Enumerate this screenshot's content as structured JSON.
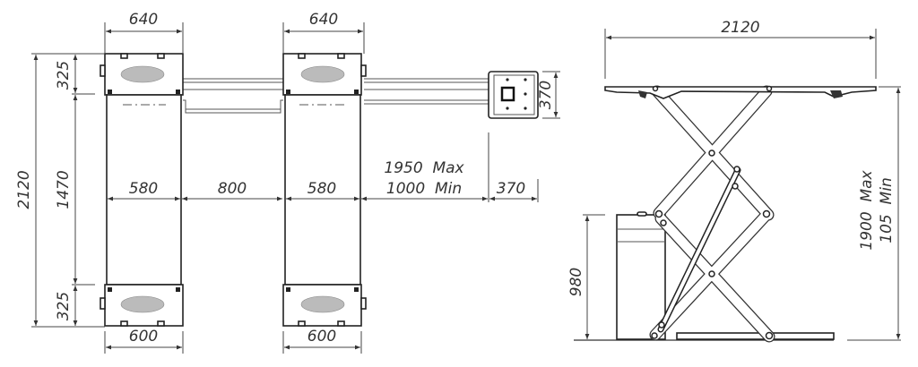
{
  "top_view": {
    "pad_width_top_left": "640",
    "pad_width_top_right": "640",
    "overall_length": "2120",
    "pad_length_top": "325",
    "platform_length": "1470",
    "pad_length_bottom": "325",
    "platform_width_left": "580",
    "gap_between_platforms": "800",
    "platform_width_right": "580",
    "hose_length_max": "1950  Max",
    "hose_length_min": "1000  Min",
    "control_box_width": "370",
    "control_box_depth": "370",
    "bottom_width_left": "600",
    "bottom_width_right": "600"
  },
  "side_view": {
    "overall_length": "2120",
    "lift_height_max": "1900  Max",
    "lift_height_min": "105  Min",
    "power_unit_height": "980"
  }
}
